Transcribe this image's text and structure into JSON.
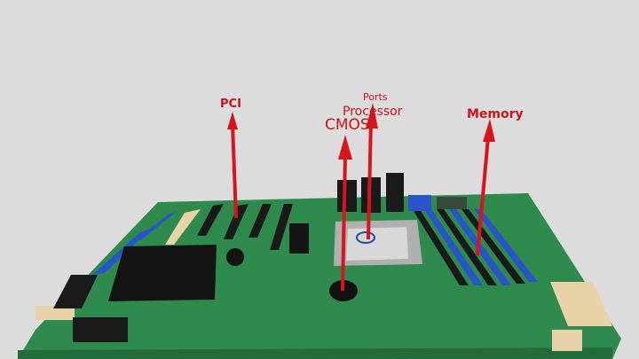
{
  "labels": {
    "pci": "PCI",
    "ports": "Ports",
    "processor": "Processor",
    "cmos": "CMOS",
    "memory": "Memory"
  },
  "colors": {
    "background": "#dcdcdc",
    "board": "#2f8a4e",
    "arrow": "#d8141c",
    "memory_slot_blue": "#2a55c8",
    "heatsink": "#141414"
  }
}
